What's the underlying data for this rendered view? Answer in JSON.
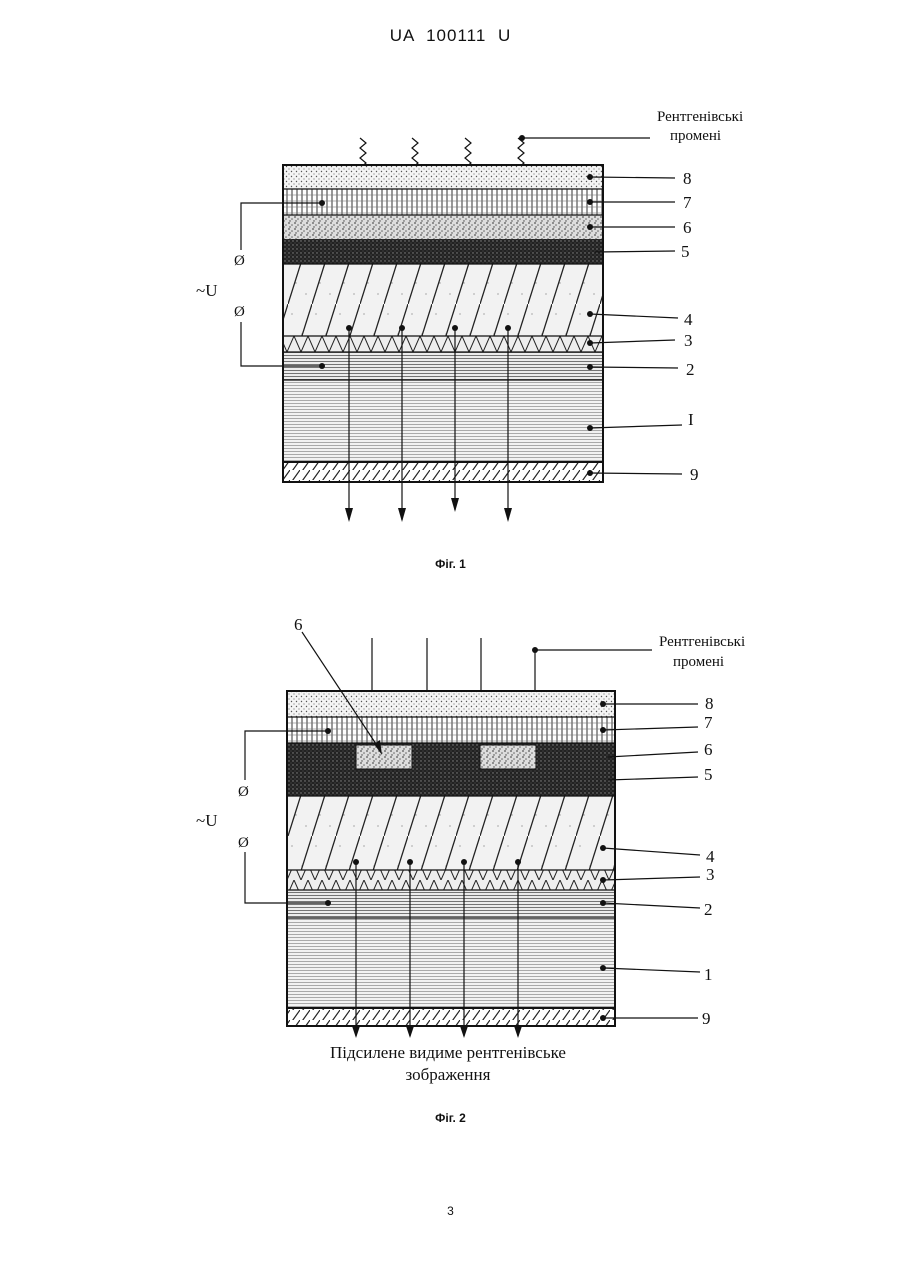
{
  "header": {
    "doc_id": "UA   100111   U"
  },
  "figure1": {
    "caption": "Фіг. 1",
    "xray_label_line1": "Рентгенівські",
    "xray_label_line2": "промені",
    "voltage_label": "~U",
    "terminal_symbol": "Ø",
    "layer_labels": [
      "8",
      "7",
      "6",
      "5",
      "4",
      "3",
      "2",
      "I",
      "9"
    ]
  },
  "figure2": {
    "caption": "Фіг. 2",
    "xray_label_line1": "Рентгенівські",
    "xray_label_line2": "промені",
    "voltage_label": "~U",
    "terminal_symbol": "Ø",
    "top_callout": "6",
    "layer_labels": [
      "8",
      "7",
      "6",
      "5",
      "4",
      "3",
      "2",
      "1",
      "9"
    ],
    "output_label_line1": "Підсилене видиме рентгенівське",
    "output_label_line2": "зображення"
  },
  "footer": {
    "page_number": "3"
  }
}
